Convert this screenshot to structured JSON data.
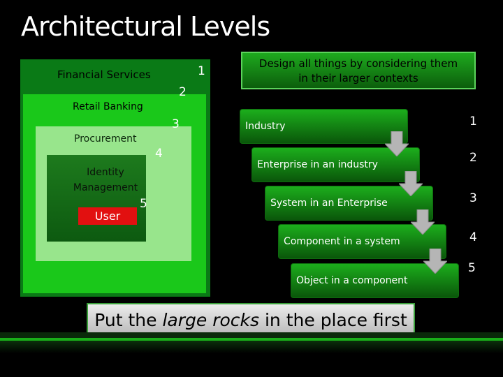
{
  "title": "Architectural Levels",
  "nested_levels": {
    "financial_services": "Financial Services",
    "retail_banking": "Retail Banking",
    "procurement": "Procurement",
    "identity_management_line1": "Identity",
    "identity_management_line2": "Management",
    "user": "User",
    "numbers": [
      "1",
      "2",
      "3",
      "4",
      "5"
    ]
  },
  "design_banner": {
    "line1": "Design all things by considering them",
    "line2": "in their larger contexts"
  },
  "steps": [
    {
      "label": "Industry",
      "number": "1"
    },
    {
      "label": "Enterprise in an industry",
      "number": "2"
    },
    {
      "label": "System in an Enterprise",
      "number": "3"
    },
    {
      "label": "Component in a system",
      "number": "4"
    },
    {
      "label": "Object in a component",
      "number": "5"
    }
  ],
  "bottom_banner": {
    "before": "Put the ",
    "emphasis": "large rocks",
    "after": " in the place first"
  },
  "colors": {
    "background": "#000000",
    "financial_box": "#0a7a16",
    "retail_box": "#1ac81a",
    "procurement_box": "#98e58c",
    "identity_box": "#0d5a10",
    "user_box": "#e21010",
    "step_green": "#1cae1c",
    "arrow_gray": "#b5b5b5"
  }
}
